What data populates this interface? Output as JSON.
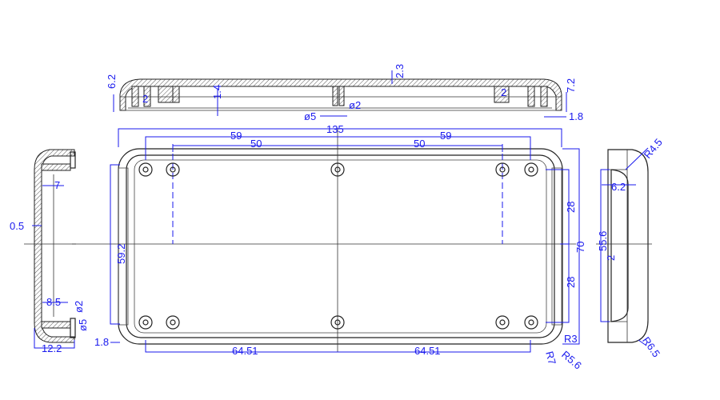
{
  "top_view": {
    "d_6_2": "6.2",
    "d_1_4": "1.4",
    "d_2_left": "2",
    "d_phi5": "ø5",
    "d_phi2": "ø2",
    "d_2_3": "2.3",
    "d_2_right": "2",
    "d_7_2": "7.2",
    "d_1_8": "1.8"
  },
  "plan_view": {
    "d_135": "135",
    "d_59_left": "59",
    "d_59_right": "59",
    "d_50_left": "50",
    "d_50_right": "50",
    "d_59_2": "59.2",
    "d_1_8": "1.8",
    "d_64_51_left": "64.51",
    "d_64_51_right": "64.51",
    "d_28_top": "28",
    "d_28_bottom": "28",
    "d_70": "70",
    "d_r3": "R3",
    "d_r5_6": "R5.6",
    "d_r7": "R7"
  },
  "left_view": {
    "d_7": "7",
    "d_0_5": "0.5",
    "d_8_5": "8.5",
    "d_phi2": "ø2",
    "d_phi5": "ø5",
    "d_12_2": "12.2"
  },
  "right_view": {
    "d_r4_5": "R4.5",
    "d_6_2": "6.2",
    "d_55_6": "55.6",
    "d_2": "2",
    "d_r6_5": "R6.5"
  },
  "colors": {
    "dimension": "#1a1aee",
    "outline": "#222222"
  }
}
